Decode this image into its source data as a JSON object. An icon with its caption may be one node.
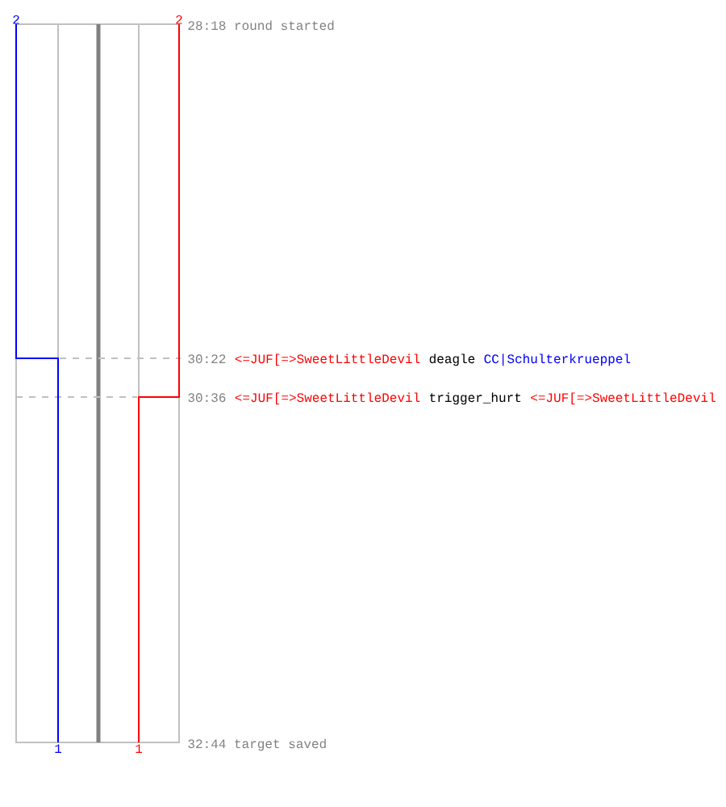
{
  "diagram": {
    "labels": [
      "2",
      "2",
      "28:18 round started",
      "30:22",
      "<=JUF[=>SweetLittleDevil",
      "deagle",
      "CC|Schulterkrueppel",
      "30:36",
      "<=JUF[=>SweetLittleDevil",
      "trigger_hurt",
      "<=JUF[=>SweetLittleDevil",
      "1",
      "1",
      "32:44 target saved"
    ]
  }
}
